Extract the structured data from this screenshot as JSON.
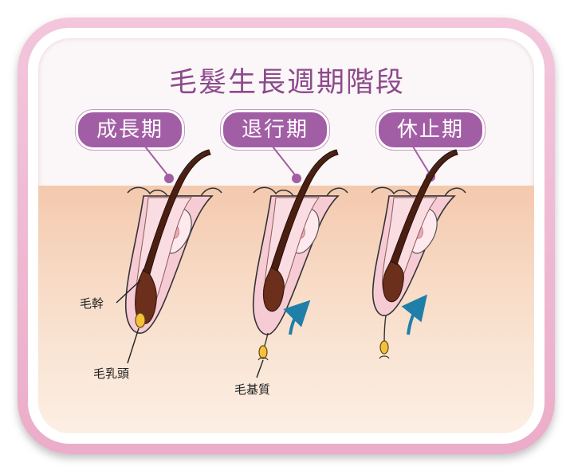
{
  "title": "毛髮生長週期階段",
  "stages": [
    {
      "label": "成長期"
    },
    {
      "label": "退行期"
    },
    {
      "label": "休止期"
    }
  ],
  "annotations": {
    "hair_shaft": "毛幹",
    "dermal_papilla": "毛乳頭",
    "hair_matrix": "毛基質"
  },
  "colors": {
    "title": "#8c4a8c",
    "stage_pill": "#a25ea4",
    "frame": "#ebadc9",
    "skin": "#f4c9ae",
    "arrow": "#1f7fa8"
  }
}
